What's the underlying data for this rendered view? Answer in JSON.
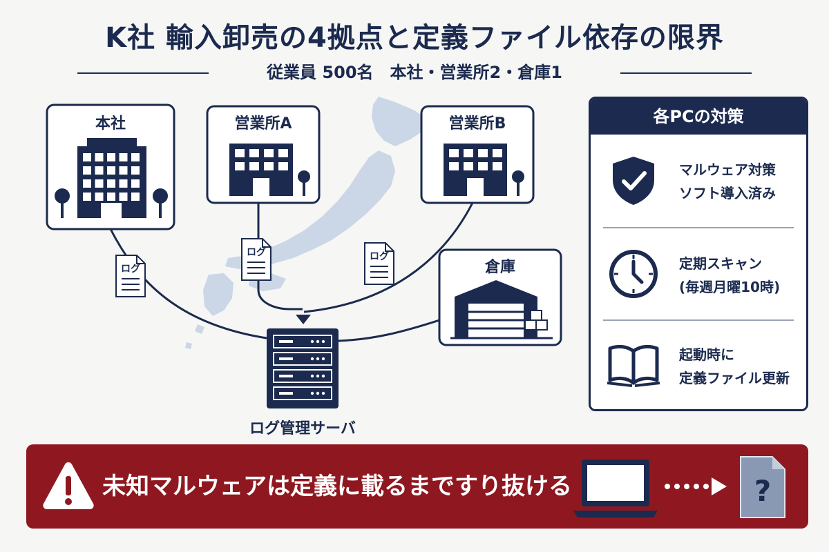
{
  "title": "K社 輸入卸売の4拠点と定義ファイル依存の限界",
  "subtitle": "従業員 500名　本社・営業所2・倉庫1",
  "sites": {
    "hq": "本社",
    "office_a": "営業所A",
    "office_b": "営業所B",
    "warehouse": "倉庫"
  },
  "log_doc_label": "ログ",
  "server_label": "ログ管理サーバ",
  "panel": {
    "header": "各PCの対策",
    "items": [
      {
        "line1": "マルウェア対策",
        "line2": "ソフト導入済み",
        "icon": "shield-check-icon"
      },
      {
        "line1": "定期スキャン",
        "line2": "(毎週月曜10時)",
        "icon": "clock-icon"
      },
      {
        "line1": "起動時に",
        "line2": "定義ファイル更新",
        "icon": "open-book-icon"
      }
    ]
  },
  "alert": {
    "text": "未知マルウェアは定義に載るまですり抜ける",
    "icons": [
      "warning-icon",
      "laptop-icon",
      "dotted-arrow-icon",
      "unknown-file-icon"
    ],
    "unknown_mark": "?"
  },
  "colors": {
    "navy": "#1b2a4e",
    "alert_red": "#8f1820",
    "map_blue": "#cbd6e6",
    "background": "#f6f6f4"
  }
}
